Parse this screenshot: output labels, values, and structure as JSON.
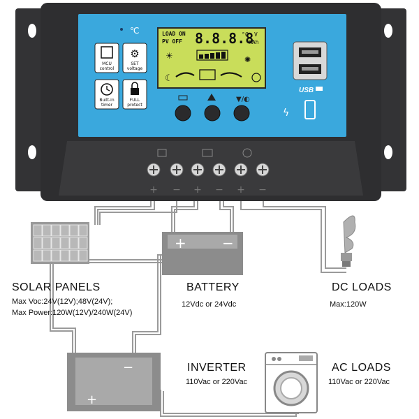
{
  "controller": {
    "lcd": {
      "load_on": "LOAD ON",
      "pv_off": "PV OFF",
      "digits": "8.8.8.8",
      "unit_temp": "°C",
      "unit_v": "V",
      "unit_kah": "KAh"
    },
    "feature_buttons": [
      {
        "title": "MCU",
        "sub": "control"
      },
      {
        "title": "SET",
        "sub": "voltage"
      },
      {
        "title": "Built-in",
        "sub": "timer"
      },
      {
        "title": "FULL",
        "sub": "protect"
      }
    ],
    "usb_label": "USB",
    "terminal_signs": [
      "+",
      "−",
      "+",
      "−",
      "+",
      "−"
    ]
  },
  "components": {
    "solar": {
      "title": "SOLAR  PANELS",
      "line1": "Max  Voc:24V(12V);48V(24V);",
      "line2": "Max  Power:120W(12V)/240W(24V)"
    },
    "battery": {
      "title": "BATTERY",
      "line1": "12Vdc  or  24Vdc",
      "plus": "+",
      "minus": "−"
    },
    "dc_loads": {
      "title": "DC  LOADS",
      "line1": "Max:120W"
    },
    "inverter": {
      "title": "INVERTER",
      "line1": "110Vac  or  220Vac",
      "plus": "+",
      "minus": "−"
    },
    "ac_loads": {
      "title": "AC  LOADS",
      "line1": "110Vac  or  220Vac"
    }
  },
  "colors": {
    "housing": "#2e2e30",
    "panel_blue": "#3aa8dd",
    "lcd_green": "#c9dd5a",
    "wire": "#9a9a9a"
  }
}
